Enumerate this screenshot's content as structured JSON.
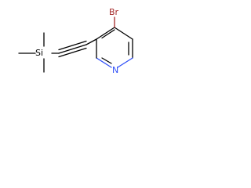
{
  "molecule": {
    "atoms": {
      "silicon": "Si",
      "bromine": "Br",
      "nitrogen": "N"
    },
    "colors": {
      "bond": "#000000",
      "silicon": "#000000",
      "bromine": "#a52a2a",
      "nitrogen": "#3050f8"
    }
  }
}
